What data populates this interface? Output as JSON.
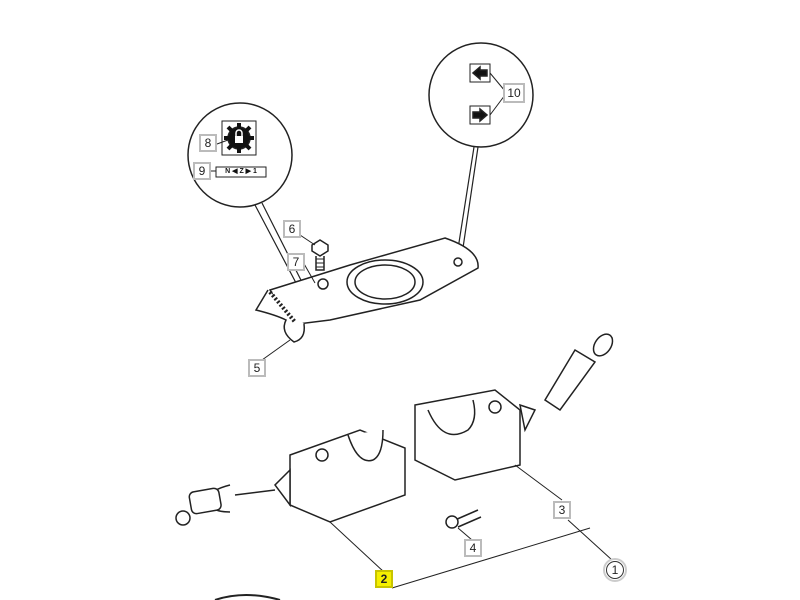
{
  "callouts": {
    "c1": "1",
    "c2": "2",
    "c3": "3",
    "c4": "4",
    "c5": "5",
    "c6": "6",
    "c7": "7",
    "c8": "8",
    "c9": "9",
    "c10": "10"
  },
  "decal_9_text": "N ◀ Z ▶ 1",
  "highlight_color": "#f5f000"
}
